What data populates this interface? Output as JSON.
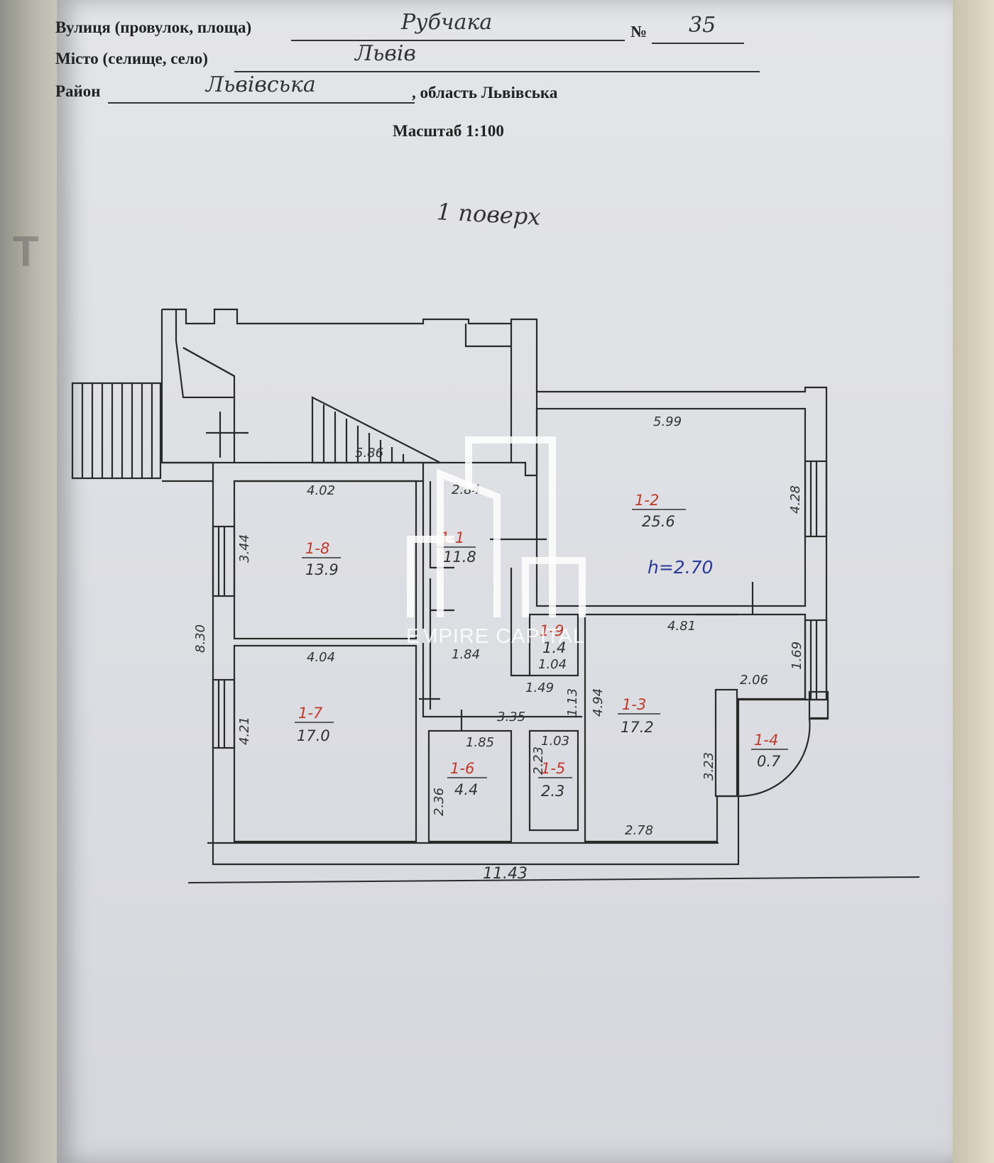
{
  "header": {
    "street_label": "Вулиця (провулок, площа)",
    "street_value": "Рубчака",
    "number_label": "№",
    "number_value": "35",
    "city_label": "Місто (селище, село)",
    "city_value": "Львів",
    "district_label": "Район",
    "district_value": "Львівська",
    "region_label": ", область Львівська"
  },
  "scale_label": "Масштаб 1:100",
  "floor_title": "1 поверх",
  "plan": {
    "height_note": "h=2.70",
    "rooms": [
      {
        "no": "1-1",
        "area": "11.8"
      },
      {
        "no": "1-2",
        "area": "25.6"
      },
      {
        "no": "1-3",
        "area": "17.2"
      },
      {
        "no": "1-4",
        "area": "0.7"
      },
      {
        "no": "1-5",
        "area": "2.3"
      },
      {
        "no": "1-6",
        "area": "4.4"
      },
      {
        "no": "1-7",
        "area": "17.0"
      },
      {
        "no": "1-8",
        "area": "13.9"
      },
      {
        "no": "1-9",
        "area": "1.4"
      }
    ],
    "dimensions": {
      "stair": "5.86",
      "r8_top": "4.02",
      "r8_side": "3.44",
      "outer_left": "8.30",
      "r7_top": "4.04",
      "r7_side": "4.21",
      "r1_top": "2.84",
      "r1_mid": "1.84",
      "r2_top": "5.99",
      "r2_side": "4.28",
      "r3_top": "4.81",
      "r3_side": "1.69",
      "r9_w": "1.04",
      "d149": "1.49",
      "d113": "1.13",
      "d494": "4.94",
      "d335": "3.35",
      "r6_top": "1.85",
      "r6_side": "2.36",
      "r5_top": "1.03",
      "r5_side": "2.23",
      "bay_w": "2.06",
      "bay_side": "3.23",
      "r3_bottom": "2.78",
      "total": "11.43"
    }
  },
  "watermark": "EMPIRE CAPITAL"
}
